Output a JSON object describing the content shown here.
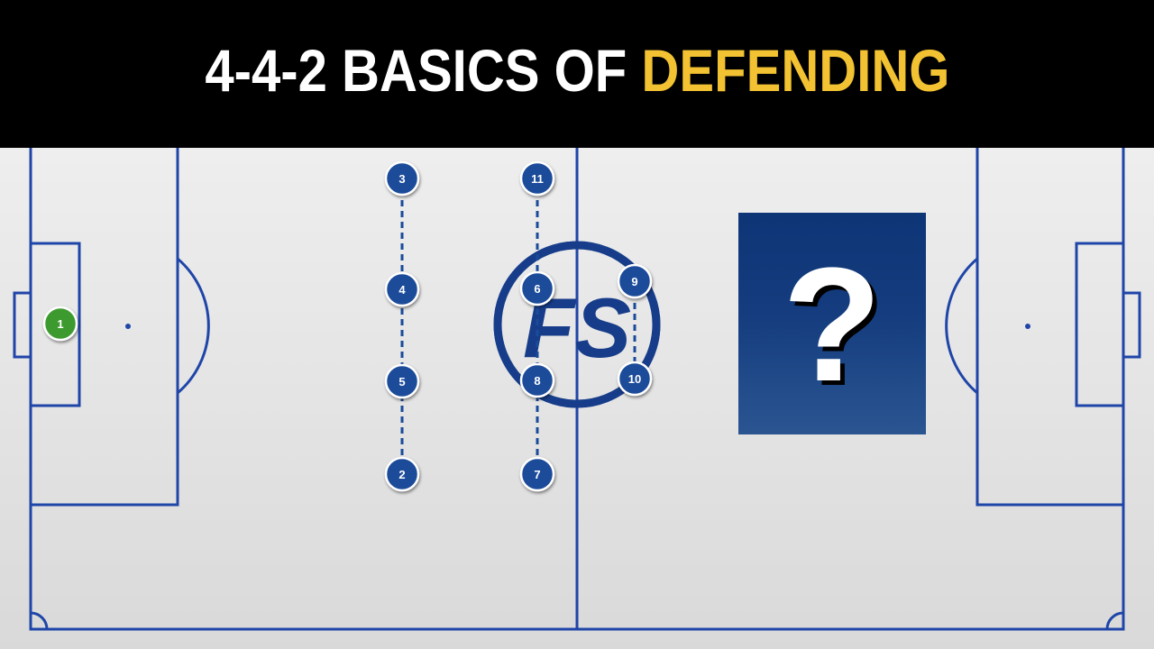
{
  "title": {
    "text_main": "4-4-2 BASICS OF ",
    "text_highlight": "DEFENDING"
  },
  "colors": {
    "title_bar": "#000000",
    "title_text": "#ffffff",
    "title_highlight": "#f2c232",
    "pitch": "#e6e6e6",
    "pitch_lines": "#1f45a8",
    "player_fill": "#1a4b9a",
    "goalkeeper_fill": "#3c9a2d",
    "mystery_box": "#143c7e"
  },
  "logo": {
    "text": "FS"
  },
  "players": [
    {
      "number": "1",
      "role": "goalkeeper"
    },
    {
      "number": "2",
      "role": "defender"
    },
    {
      "number": "3",
      "role": "defender"
    },
    {
      "number": "4",
      "role": "defender"
    },
    {
      "number": "5",
      "role": "defender"
    },
    {
      "number": "6",
      "role": "midfielder"
    },
    {
      "number": "7",
      "role": "midfielder"
    },
    {
      "number": "8",
      "role": "midfielder"
    },
    {
      "number": "9",
      "role": "forward"
    },
    {
      "number": "10",
      "role": "forward"
    },
    {
      "number": "11",
      "role": "midfielder"
    }
  ],
  "mystery": {
    "text": "?"
  }
}
